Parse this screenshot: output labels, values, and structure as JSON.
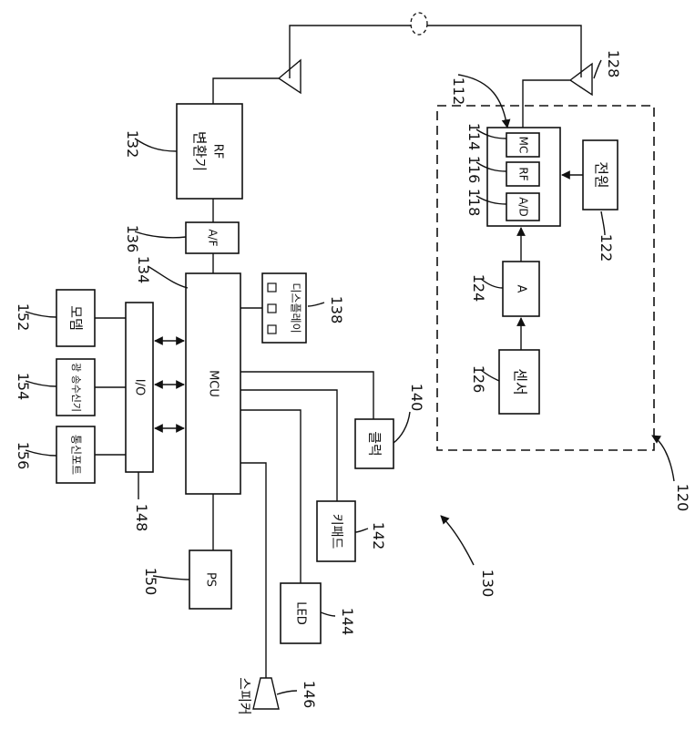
{
  "blocks": {
    "rf_converter": {
      "title": "RF",
      "sub": "변환기"
    },
    "af": "A/F",
    "mcu": "MCU",
    "io": "I/O",
    "modem": "모뎀",
    "optical_sensor": "광 송수신기",
    "comm_port": "통신포트",
    "display": "디스플레이",
    "clock": "클럭",
    "keypad": "키패드",
    "led": "LED",
    "ps": "PS",
    "speaker": "스피커",
    "mc": "MC",
    "rf_small": "RF",
    "ad": "A/D",
    "power": "전원",
    "amp": "A",
    "sensor": "센서"
  },
  "refs": {
    "r112": "112",
    "r114": "114",
    "r116": "116",
    "r118": "118",
    "r120": "120",
    "r122": "122",
    "r124": "124",
    "r126": "126",
    "r128": "128",
    "r130": "130",
    "r132": "132",
    "r134": "134",
    "r136": "136",
    "r138": "138",
    "r140": "140",
    "r142": "142",
    "r144": "144",
    "r146": "146",
    "r148": "148",
    "r150": "150",
    "r152": "152",
    "r154": "154",
    "r156": "156"
  }
}
